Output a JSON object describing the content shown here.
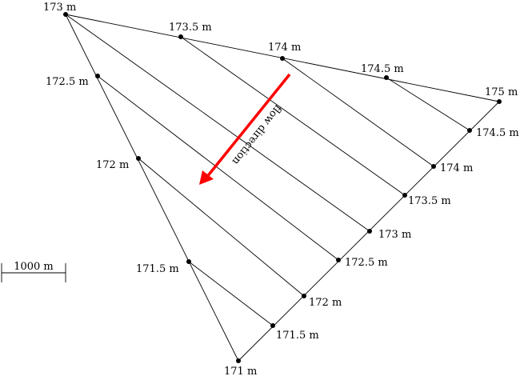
{
  "colors": {
    "line": "#000000",
    "arrow": "#ff0000",
    "background": "#ffffff"
  },
  "scale_bar": {
    "label": "1000 m"
  },
  "arrow": {
    "label": "flow direction"
  },
  "labels": {
    "top_173": "173 m",
    "top_173_5": "173.5 m",
    "top_174": "174 m",
    "top_174_5": "174.5 m",
    "top_175": "175 m",
    "left_172_5": "172.5 m",
    "left_172": "172 m",
    "left_171_5": "171.5 m",
    "bottom_171": "171 m",
    "right_174_5": "174.5 m",
    "right_174": "174 m",
    "right_173_5": "173.5 m",
    "right_173": "173 m",
    "right_172_5": "172.5 m",
    "right_172": "172 m",
    "right_171_5": "171.5 m"
  }
}
